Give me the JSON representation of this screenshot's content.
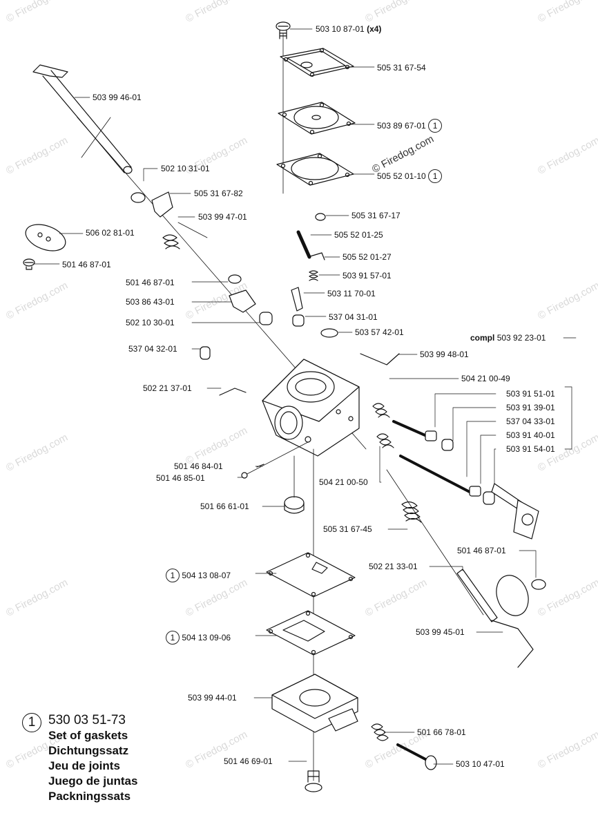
{
  "watermark": "© Firedog.com",
  "center_watermark": "© Firedog.com",
  "parts": {
    "p01": "503 10 87-01",
    "p01_qty": "(x4)",
    "p02": "505 31 67-54",
    "p03": "503 99 46-01",
    "p04": "503 89 67-01",
    "p05": "505 52 01-10",
    "p06": "502 10 31-01",
    "p07": "505 31 67-82",
    "p08": "503 99 47-01",
    "p09": "506 02 81-01",
    "p10": "505 31 67-17",
    "p11": "505 52 01-25",
    "p12": "505 52 01-27",
    "p13": "501 46 87-01",
    "p14": "503 91 57-01",
    "p15": "501 46 87-01",
    "p16": "503 11 70-01",
    "p17": "503 86 43-01",
    "p18": "537 04 31-01",
    "p19": "502 10 30-01",
    "p20": "503 57 42-01",
    "p21_prefix": "compl",
    "p21": "503 92 23-01",
    "p22": "537 04 32-01",
    "p23": "503 99 48-01",
    "p24": "504 21 00-49",
    "p25": "502 21 37-01",
    "p26": "503 91 51-01",
    "p27": "503 91 39-01",
    "p28": "537 04 33-01",
    "p29": "503 91 40-01",
    "p30": "503 91 54-01",
    "p31": "501 46 84-01",
    "p32": "501 46 85-01",
    "p33": "504 21 00-50",
    "p34": "501 66 61-01",
    "p35": "505 31 67-45",
    "p36": "501 46 87-01",
    "p37": "502 21 33-01",
    "p38": "504 13 08-07",
    "p39": "504 13 09-06",
    "p40": "503 99 45-01",
    "p41": "503 99 44-01",
    "p42": "501 66 78-01",
    "p43": "501 46 69-01",
    "p44": "503 10 47-01"
  },
  "callout_marker": "1",
  "legend": {
    "marker": "1",
    "part_number": "530 03 51-73",
    "lines": [
      "Set of gaskets",
      "Dichtungssatz",
      "Jeu de joints",
      "Juego de juntas",
      "Packningssats"
    ]
  }
}
